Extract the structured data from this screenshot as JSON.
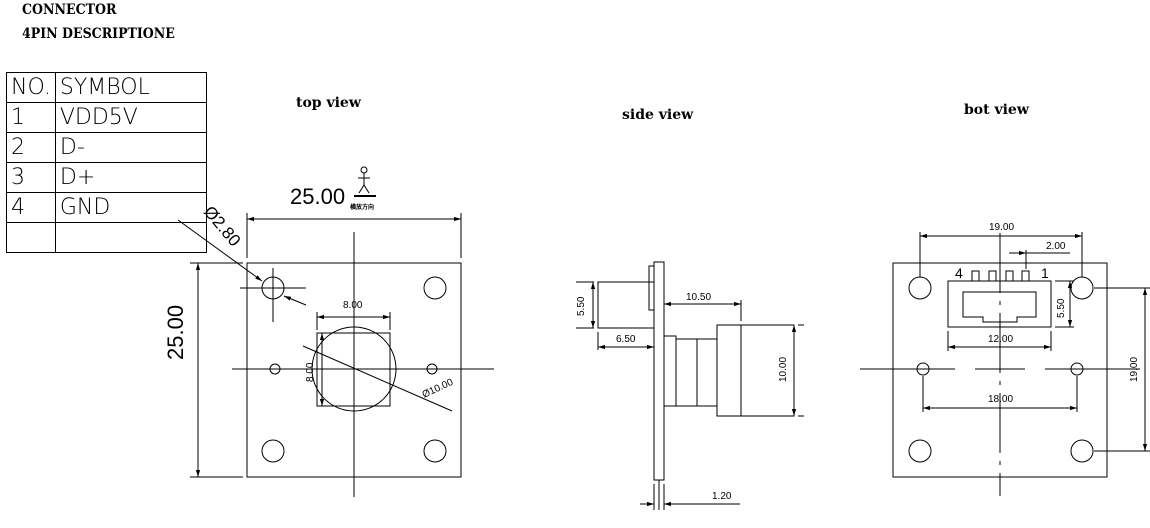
{
  "header": {
    "line1": "CONNECTOR",
    "line2": "4PIN DESCRIPTIONE"
  },
  "pin_table": {
    "headers": [
      "NO.",
      "SYMBOL"
    ],
    "rows": [
      {
        "no": "1",
        "symbol": "VDD5V"
      },
      {
        "no": "2",
        "symbol": "D-"
      },
      {
        "no": "3",
        "symbol": "D+"
      },
      {
        "no": "4",
        "symbol": "GND"
      },
      {
        "no": "",
        "symbol": ""
      }
    ]
  },
  "top_view": {
    "title": "top view",
    "dim_width": "25.00",
    "dim_height": "25.00",
    "dim_hole": "Ø2.80",
    "dim_square_w": "8.00",
    "dim_square_h": "8.00",
    "dim_circle": "Ø10.00",
    "orientation_label": "横放方向"
  },
  "side_view": {
    "title": "side view",
    "dim_550": "5.50",
    "dim_650": "6.50",
    "dim_1050": "10.50",
    "dim_1000": "10.00",
    "dim_120": "1.20"
  },
  "bot_view": {
    "title": "bot view",
    "dim_1900_top": "19.00",
    "dim_200": "2.00",
    "pin_left": "4",
    "pin_right": "1",
    "dim_550": "5.50",
    "dim_1200": "12.00",
    "dim_1800": "18.00",
    "dim_1900_right": "19.00"
  },
  "colors": {
    "line": "#000000",
    "background": "#ffffff"
  }
}
